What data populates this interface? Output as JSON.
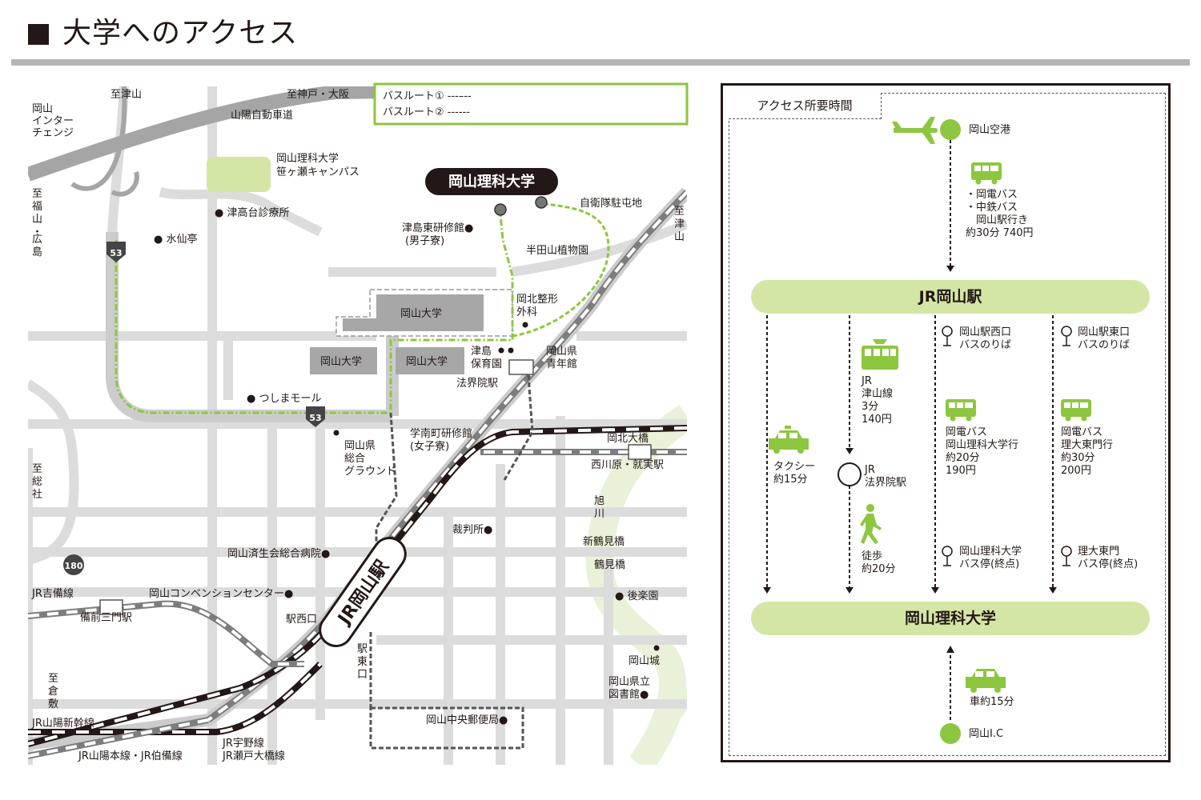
{
  "page": {
    "title": "大学へのアクセス"
  },
  "colors": {
    "road": "#d9d9d9",
    "road_outline": "#c4c4c4",
    "accent_green": "#8dc63f",
    "pale_green": "#d4e6a5",
    "building_gray": "#a7a7a7",
    "text": "#231815"
  },
  "legend": {
    "route1": "バスルート① ---–--",
    "route2": "バスルート② ------"
  },
  "map": {
    "labels": {
      "to_tsuyama_top": "至津山",
      "to_kobe_osaka": "至神戸・大阪",
      "sanyo_expressway": "山陽自動車道",
      "okayama_ic_1": "岡山",
      "okayama_ic_2": "インター",
      "okayama_ic_3": "チェンジ",
      "to_fukuyama_1": "至",
      "to_fukuyama_2": "福",
      "to_fukuyama_3": "山",
      "to_fukuyama_4": "・",
      "to_fukuyama_5": "広",
      "to_fukuyama_6": "島",
      "sasagase_1": "岡山理科大学",
      "sasagase_2": "笹ヶ瀬キャンパス",
      "tsutakadai": "● 津高台診療所",
      "suisentei": "● 水仙亭",
      "university_badge": "岡山理科大学",
      "sdf": "自衛隊駐屯地",
      "to_tsuyama_right_1": "至",
      "to_tsuyama_right_2": "津",
      "to_tsuyama_right_3": "山",
      "tsushima_east_1": "津島東研修館●",
      "tsushima_east_2": "(男子寮)",
      "handayama": "半田山植物園",
      "okayama_univ_main": "岡山大学",
      "hokuto_1": "岡北整形",
      "hokuto_2": "外科",
      "okayama_univ_b": "岡山大学",
      "okayama_univ_c": "岡山大学",
      "tsushima_nursery_1": "津島",
      "tsushima_nursery_2": "保育園",
      "youth_hall_1": "岡山県",
      "youth_hall_2": "青年館",
      "hokaiin_station": "法界院駅",
      "tsushima_mall": "● つしまモール",
      "gakunan_1": "学南町研修館",
      "gakunan_2": "(女子寮)",
      "sogo_1": "岡山県",
      "sogo_2": "総合",
      "sogo_3": "グラウンド",
      "kohoku_bridge": "岡北大橋",
      "nishigawara": "西川原・就実駅",
      "to_soja_1": "至",
      "to_soja_2": "総",
      "to_soja_3": "社",
      "asahi_1": "旭",
      "asahi_2": "川",
      "court": "裁判所●",
      "shintsurumi": "新鶴見橋",
      "saiseikai": "岡山済生会総合病院●",
      "tsurumi": "鶴見橋",
      "jr_kibi": "JR吉備線",
      "convention": "岡山コンベンションセンター●",
      "korakuen": "● 後楽園",
      "bizen_mikado": "備前三門駅",
      "station_west": "駅西口",
      "okayama_station": "JR岡山駅",
      "station_east_1": "駅",
      "station_east_2": "東",
      "station_east_3": "口",
      "castle": "岡山城",
      "to_kurashiki_1": "至",
      "to_kurashiki_2": "倉",
      "to_kurashiki_3": "敷",
      "pref_library_1": "岡山県立",
      "pref_library_2": "図書館●",
      "shinkansen": "JR山陽新幹線",
      "post_office": "岡山中央郵便局●",
      "uno_1": "JR宇野線",
      "uno_2": "JR瀬戸大橋線",
      "sanyo_hakubi": "JR山陽本線・JR伯備線",
      "route53": "53",
      "route180": "180"
    }
  },
  "access": {
    "title": "アクセス所要時間",
    "airport": "岡山空港",
    "airport_bus": "・岡電バス\n・中鉄バス\n　岡山駅行き\n約30分 740円",
    "jr_okayama": "JR岡山駅",
    "taxi": "タクシー\n約15分",
    "jr_tsuyama": "JR\n津山線\n3分\n140円",
    "jr_hokaiin": "JR\n法界院駅",
    "walk": "徒歩\n約20分",
    "west_stop": "岡山駅西口\nバスのりば",
    "west_bus": "岡電バス\n岡山理科大学行\n約20分\n190円",
    "west_terminal": "岡山理科大学\nバス停(終点)",
    "east_stop": "岡山駅東口\nバスのりば",
    "east_bus": "岡電バス\n理大東門行\n約30分\n200円",
    "east_terminal": "理大東門\nバス停(終点)",
    "university": "岡山理科大学",
    "car": "車約15分",
    "ic": "岡山I.C"
  }
}
